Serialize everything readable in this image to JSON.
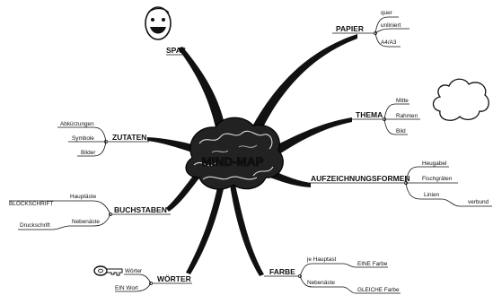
{
  "center": {
    "label": "MIND-MAP"
  },
  "branches": {
    "spass": {
      "label": "SPAß"
    },
    "papier": {
      "label": "PAPIER",
      "subs": [
        "quer",
        "unliniert",
        "A4/A3"
      ]
    },
    "thema": {
      "label": "THEMA",
      "subs": [
        "Mitte",
        "Rahmen",
        "Bild"
      ]
    },
    "zutaten": {
      "label": "ZUTATEN",
      "subs": [
        "Abkürzungen",
        "Symbole",
        "Bilder"
      ]
    },
    "aufzeichnung": {
      "label": "AUFZEICHNUNGSFORMEN",
      "subs": [
        "Heugabel",
        "Fischgräten",
        "Linien",
        "verbund"
      ]
    },
    "buchstaben": {
      "label": "BUCHSTABEN",
      "subs": [
        "Hauptäste",
        "Nebenäste"
      ],
      "subsubs": [
        "BLOCKSCHRIFT",
        "Druckschrift"
      ]
    },
    "woerter": {
      "label": "WÖRTER",
      "subs": [
        "Wörter",
        "EIN Wort"
      ]
    },
    "farbe": {
      "label": "FARBE",
      "subs": [
        "je Hauptast",
        "Nebenäste"
      ],
      "subsubs": [
        "EINE Farbe",
        "GLEICHE Farbe"
      ]
    }
  },
  "icons": [
    "smiley-icon",
    "cloud-icon",
    "key-icon",
    "brain-icon"
  ]
}
